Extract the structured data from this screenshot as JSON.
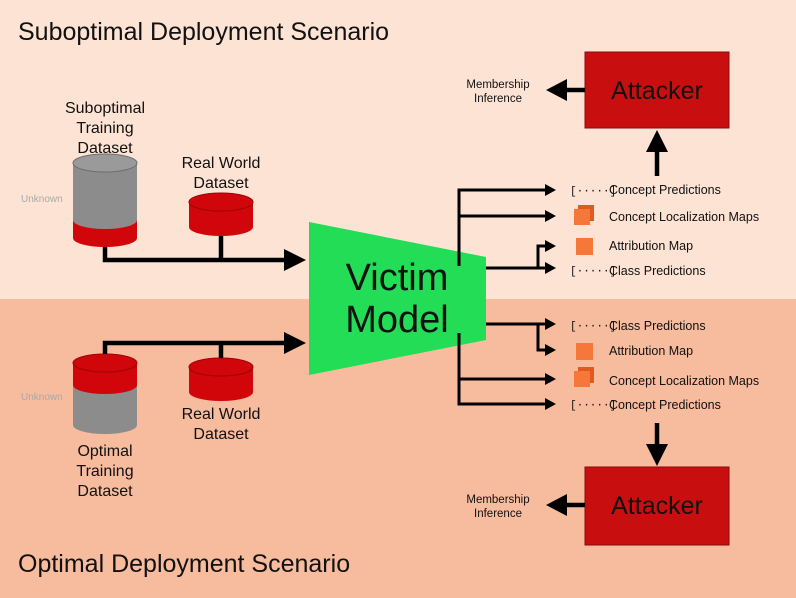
{
  "colors": {
    "top_bg": "#fde3d4",
    "bottom_bg": "#f7bb9d",
    "victim_green": "#22dd55",
    "attacker_red": "#c80e0e",
    "db_red": "#d0060a",
    "db_gray": "#8c8c8c",
    "icon_orange": "#f5783a"
  },
  "top": {
    "title": "Suboptimal Deployment Scenario",
    "membership_line1": "Membership",
    "membership_line2": "Inference",
    "attacker": "Attacker",
    "unknown": "Unknown",
    "training_line1": "Suboptimal",
    "training_line2": "Training",
    "training_line3": "Dataset",
    "real_line1": "Real World",
    "real_line2": "Dataset",
    "outputs": {
      "concept_bracket": "[·····]",
      "concept_predictions": "Concept Predictions",
      "concept_localization": "Concept Localization Maps",
      "attribution_map": "Attribution Map",
      "class_bracket": "[·····]",
      "class_predictions": "Class Predictions"
    }
  },
  "victim": {
    "line1": "Victim",
    "line2": "Model"
  },
  "bottom": {
    "title": "Optimal Deployment Scenario",
    "membership_line1": "Membership",
    "membership_line2": "Inference",
    "attacker": "Attacker",
    "unknown": "Unknown",
    "training_line1": "Optimal",
    "training_line2": "Training",
    "training_line3": "Dataset",
    "real_line1": "Real World",
    "real_line2": "Dataset",
    "outputs": {
      "class_bracket": "[·····]",
      "class_predictions": "Class Predictions",
      "attribution_map": "Attribution Map",
      "concept_localization": "Concept Localization Maps",
      "concept_bracket": "[·····]",
      "concept_predictions": "Concept Predictions"
    }
  }
}
